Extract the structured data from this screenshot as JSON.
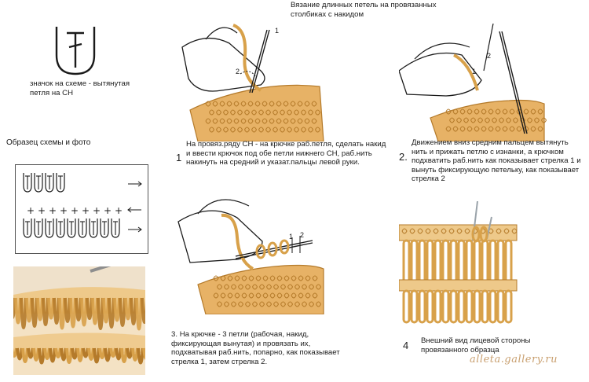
{
  "title": "Вязание длинных петель на провязанных столбиках с накидом",
  "legend": {
    "symbol_icon": "elongated-loop-dc-symbol",
    "caption": "значок на схеме - вытянутая петля на СН"
  },
  "sample_heading": "Образец схемы и фото",
  "steps": [
    {
      "num": "1",
      "text": "На провяз.ряду СН - на крючке раб.петля, сделать накид и ввести крючок под обе петли нижнего СН, раб.нить накинуть на средний и указат.пальцы левой руки."
    },
    {
      "num": "2.",
      "text": "Движением вниз средним пальцем вытянуть нить и прижать петлю с изнанки, а крючком подхватить раб.нить как показывает стрелка 1 и вынуть фиксирующую петельку, как показывает стрелка 2"
    },
    {
      "num": "3.",
      "text": "На крючке - 3 петли (рабочая, накид, фиксирующая вынутая) и провязать их, подхватывая раб.нить, попарно, как показывает стрелка 1, затем стрелка 2."
    },
    {
      "num": "4",
      "text": "Внешний вид лицевой стороны провязанного образца"
    }
  ],
  "arrow_labels": {
    "one": "1",
    "two": "2"
  },
  "watermark": "alleta.gallery.ru",
  "colors": {
    "yarn": "#d8a14a",
    "yarn_dark": "#b47a2a",
    "yarn_light": "#eec98a",
    "ink": "#1a1a1a",
    "needle": "#9aa3aa"
  }
}
